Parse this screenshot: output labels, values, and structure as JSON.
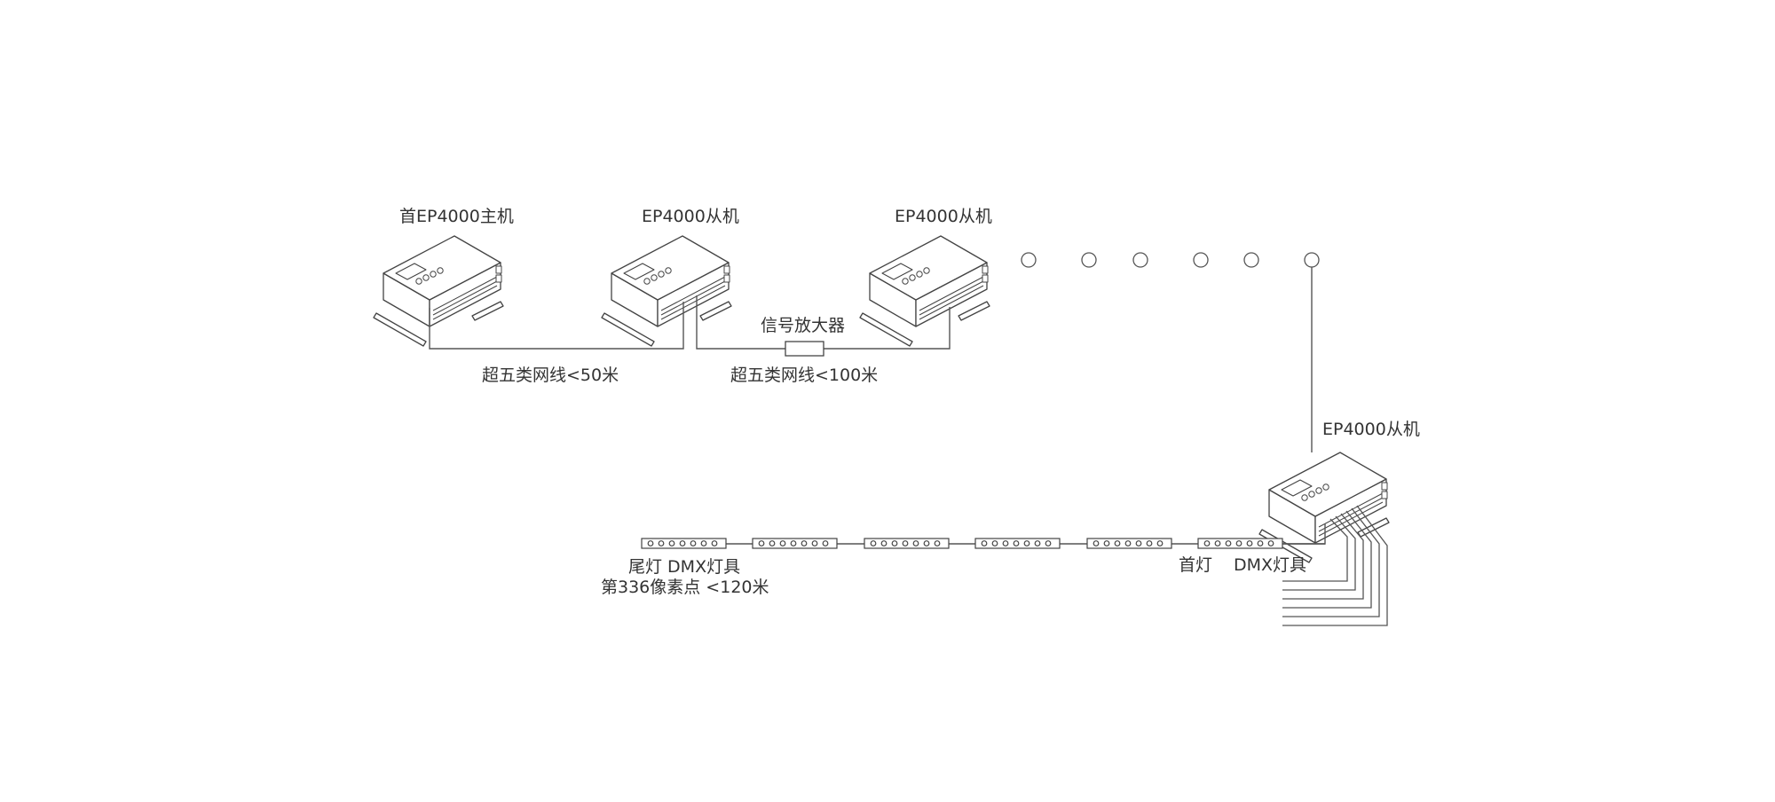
{
  "devices": {
    "master": "首EP4000主机",
    "slave_1": "EP4000从机",
    "slave_2": "EP4000从机",
    "slave_3": "EP4000从机"
  },
  "cables": {
    "segment_1": "超五类网线<50米",
    "segment_2": "超五类网线<100米",
    "amplifier": "信号放大器"
  },
  "dmx": {
    "tail_light": "尾灯 DMX灯具",
    "tail_pixel": "第336像素点   <120米",
    "head_light": "首灯",
    "head_dmx": "DMX灯具"
  },
  "colors": {
    "line": "#555555",
    "text": "#333333",
    "background": "#ffffff"
  }
}
